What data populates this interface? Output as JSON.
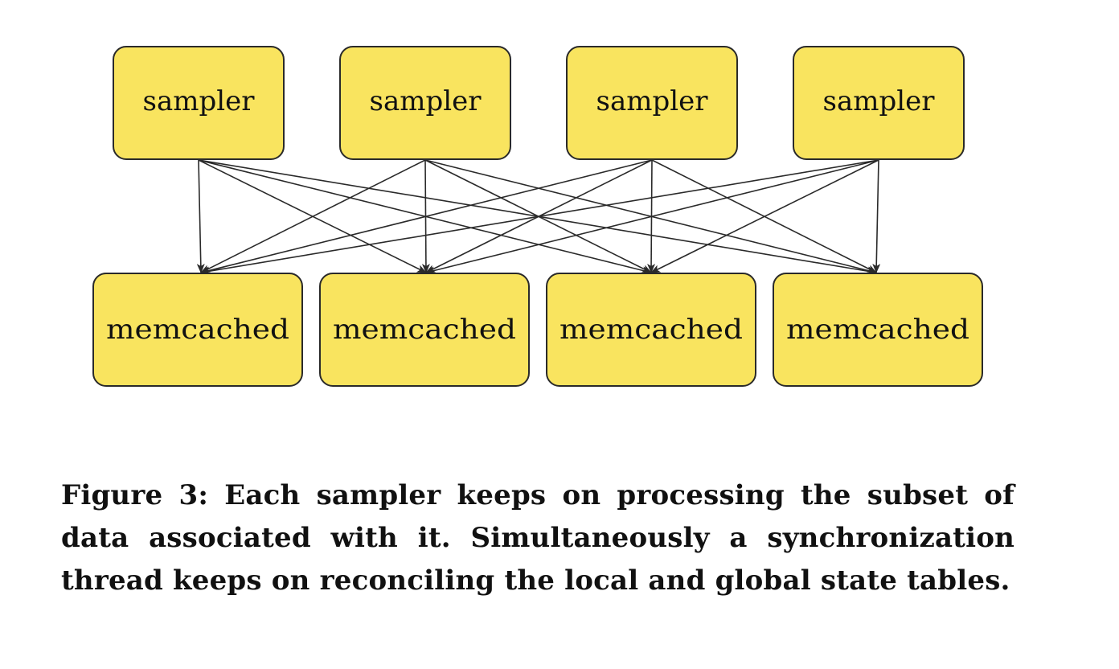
{
  "diagram": {
    "samplers": [
      {
        "label": "sampler"
      },
      {
        "label": "sampler"
      },
      {
        "label": "sampler"
      },
      {
        "label": "sampler"
      }
    ],
    "stores": [
      {
        "label": "memcached"
      },
      {
        "label": "memcached"
      },
      {
        "label": "memcached"
      },
      {
        "label": "memcached"
      }
    ],
    "connectivity": "every sampler connects to every memcached"
  },
  "caption": {
    "text": "Figure 3: Each sampler keeps on processing the subset of data associated with it. Simultaneously a synchronization thread keeps on reconciling the local and global state tables."
  },
  "colors": {
    "node_fill": "#f9e45f",
    "node_stroke": "#2a2a2a",
    "edge": "#2a2a2a",
    "text": "#111111"
  }
}
